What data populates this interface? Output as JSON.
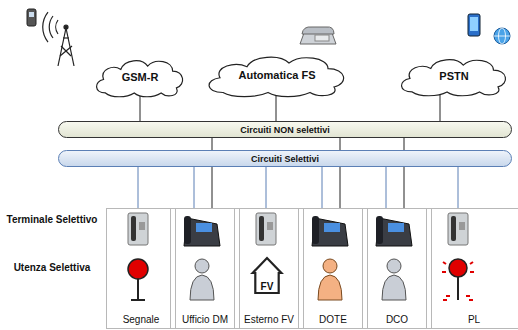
{
  "diagram": {
    "nodes": [
      {
        "text": [
          "GSM-R"
        ]
      },
      {
        "text": [
          "Automatica FS"
        ]
      },
      {
        "text": [
          "PSTN"
        ]
      },
      {
        "text": [
          "Circuiti NON selettivi"
        ]
      },
      {
        "text": [
          "Circuiti Selettivi"
        ]
      },
      {
        "text": [
          "Segnale"
        ]
      },
      {
        "text": [
          "Ufficio DM"
        ]
      },
      {
        "text": [
          "Esterno FV"
        ]
      },
      {
        "text": [
          "FV"
        ],
        "in": 7
      },
      {
        "text": [
          "DOTE"
        ]
      },
      {
        "text": [
          "DCO"
        ]
      },
      {
        "text": [
          "PL"
        ]
      }
    ],
    "edges": [
      {
        "from": 0,
        "to": 3,
        "arrow": "none"
      },
      {
        "from": 1,
        "to": 3,
        "arrow": "none"
      },
      {
        "from": 2,
        "to": 3,
        "arrow": "none"
      },
      {
        "from": 3,
        "to": 6,
        "arrow": "none"
      },
      {
        "from": 3,
        "to": 9,
        "arrow": "none"
      },
      {
        "from": 3,
        "to": 10,
        "arrow": "none"
      },
      {
        "from": 4,
        "to": 5,
        "arrow": "none"
      },
      {
        "from": 4,
        "to": 6,
        "arrow": "none"
      },
      {
        "from": 4,
        "to": 7,
        "arrow": "none"
      },
      {
        "from": 4,
        "to": 9,
        "arrow": "none"
      },
      {
        "from": 4,
        "to": 10,
        "arrow": "none"
      },
      {
        "from": 4,
        "to": 11,
        "arrow": "none"
      }
    ],
    "labels": [
      "Terminale Selettivo",
      "Utenza Selettiva"
    ]
  }
}
